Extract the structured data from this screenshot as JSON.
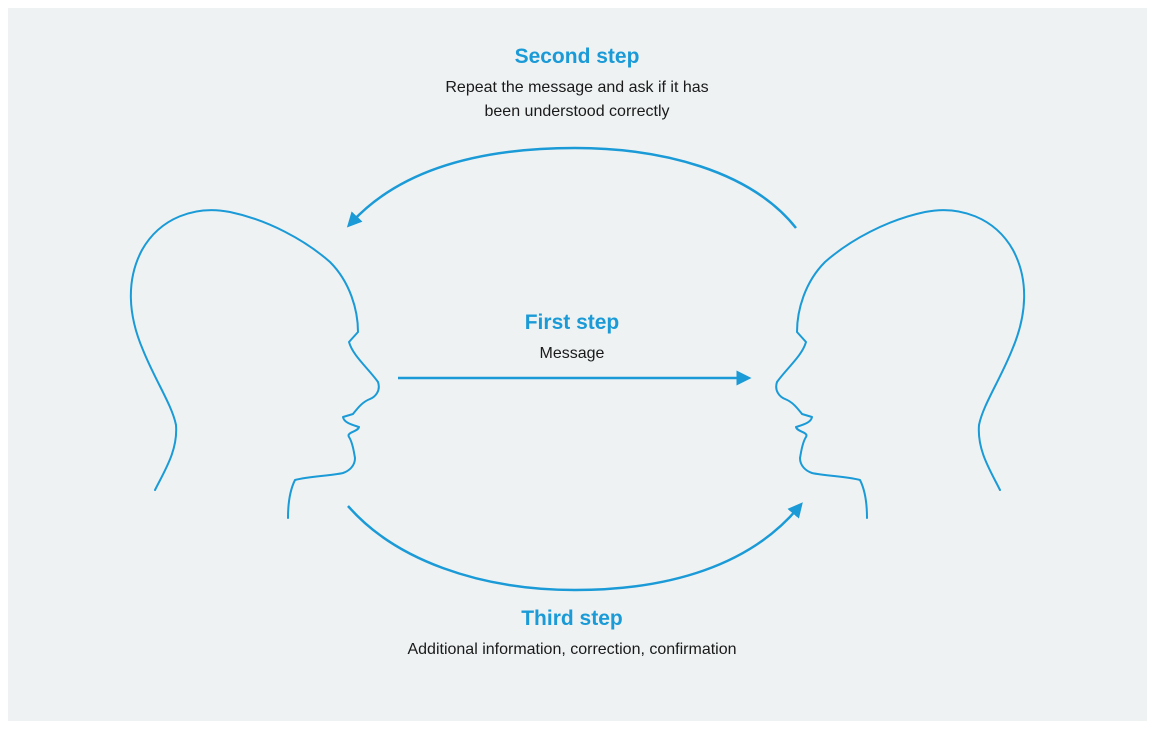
{
  "colors": {
    "accent": "#1a9ad6",
    "background": "#eef2f3",
    "text": "#1a1a1a"
  },
  "steps": {
    "first": {
      "title": "First step",
      "description": "Message"
    },
    "second": {
      "title": "Second step",
      "description_line1": "Repeat the message and ask if it has",
      "description_line2": "been understood correctly"
    },
    "third": {
      "title": "Third step",
      "description": "Additional information, correction, confirmation"
    }
  }
}
